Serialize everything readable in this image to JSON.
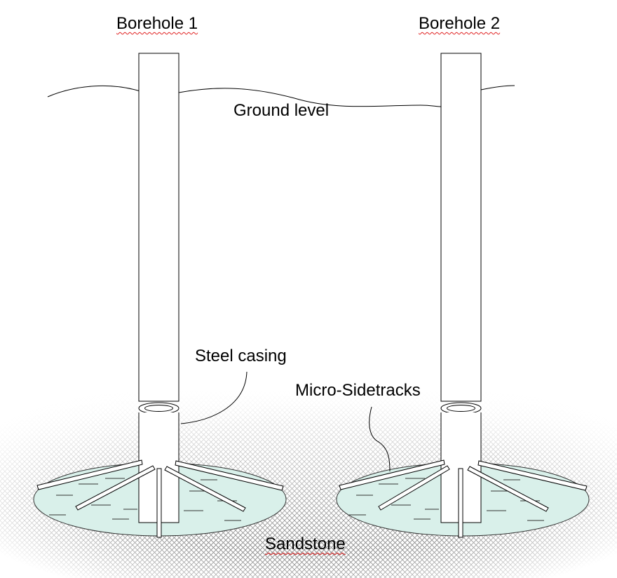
{
  "labels": {
    "borehole1": "Borehole 1",
    "borehole2": "Borehole 2",
    "ground_level": "Ground level",
    "steel_casing": "Steel casing",
    "micro_sidetracks": "Micro-Sidetracks",
    "sandstone": "Sandstone"
  },
  "colors": {
    "reservoir_fill": "#d9f0ea",
    "hatch": "#6a6a6a",
    "outline": "#000000"
  }
}
